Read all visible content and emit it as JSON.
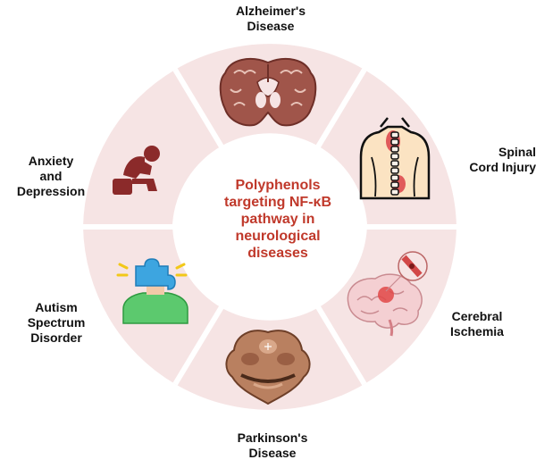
{
  "center_title": "Polyphenols targeting NF-κB pathway in neurological diseases",
  "colors": {
    "ring_segment": "#f6e4e4",
    "ring_gap": "#ffffff",
    "accent_text": "#c0392b",
    "icon_dark_red": "#8b2a2a",
    "brain_brown": "#8b4a3e",
    "skin": "#fbe3c2"
  },
  "segments": [
    {
      "label_lines": [
        "Alzheimer's",
        "Disease"
      ],
      "icon": "brain-section-icon"
    },
    {
      "label_lines": [
        "Spinal",
        "Cord Injury"
      ],
      "icon": "spine-back-icon"
    },
    {
      "label_lines": [
        "Cerebral",
        "Ischemia"
      ],
      "icon": "brain-blood-vessel-icon"
    },
    {
      "label_lines": [
        "Parkinson's",
        "Disease"
      ],
      "icon": "midbrain-section-icon"
    },
    {
      "label_lines": [
        "Autism",
        "Spectrum",
        "Disorder"
      ],
      "icon": "puzzle-head-icon"
    },
    {
      "label_lines": [
        "Anxiety",
        "and",
        "Depression"
      ],
      "icon": "sad-person-icon"
    }
  ]
}
